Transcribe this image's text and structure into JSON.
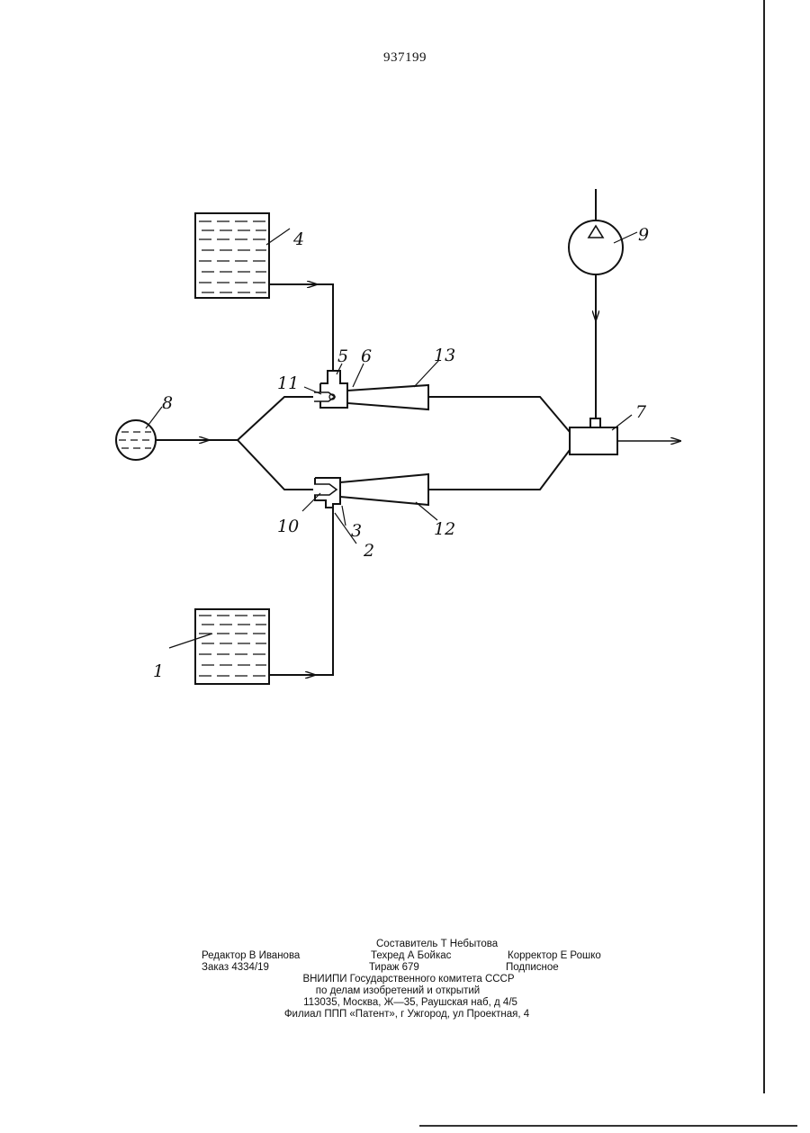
{
  "header": {
    "patent_number": "937199"
  },
  "diagram": {
    "callouts": [
      "1",
      "2",
      "3",
      "4",
      "5",
      "6",
      "7",
      "8",
      "9",
      "10",
      "11",
      "12",
      "13"
    ]
  },
  "imprint": {
    "compiler": "Составитель Т Небытова",
    "editor": "Редактор В Иванова",
    "tech_editor": "Техред А Бойкас",
    "corrector": "Корректор Е Рошко",
    "order": "Заказ 4334/19",
    "circulation": "Тираж 679",
    "subscription": "Подписное",
    "org_line1": "ВНИИПИ Государственного комитета СССР",
    "org_line2": "по делам изобретений и открытий",
    "address": "113035, Москва, Ж—35, Раушская наб, д 4/5",
    "branch": "Филиал ППП «Патент», г Ужгород, ул Проектная, 4"
  }
}
